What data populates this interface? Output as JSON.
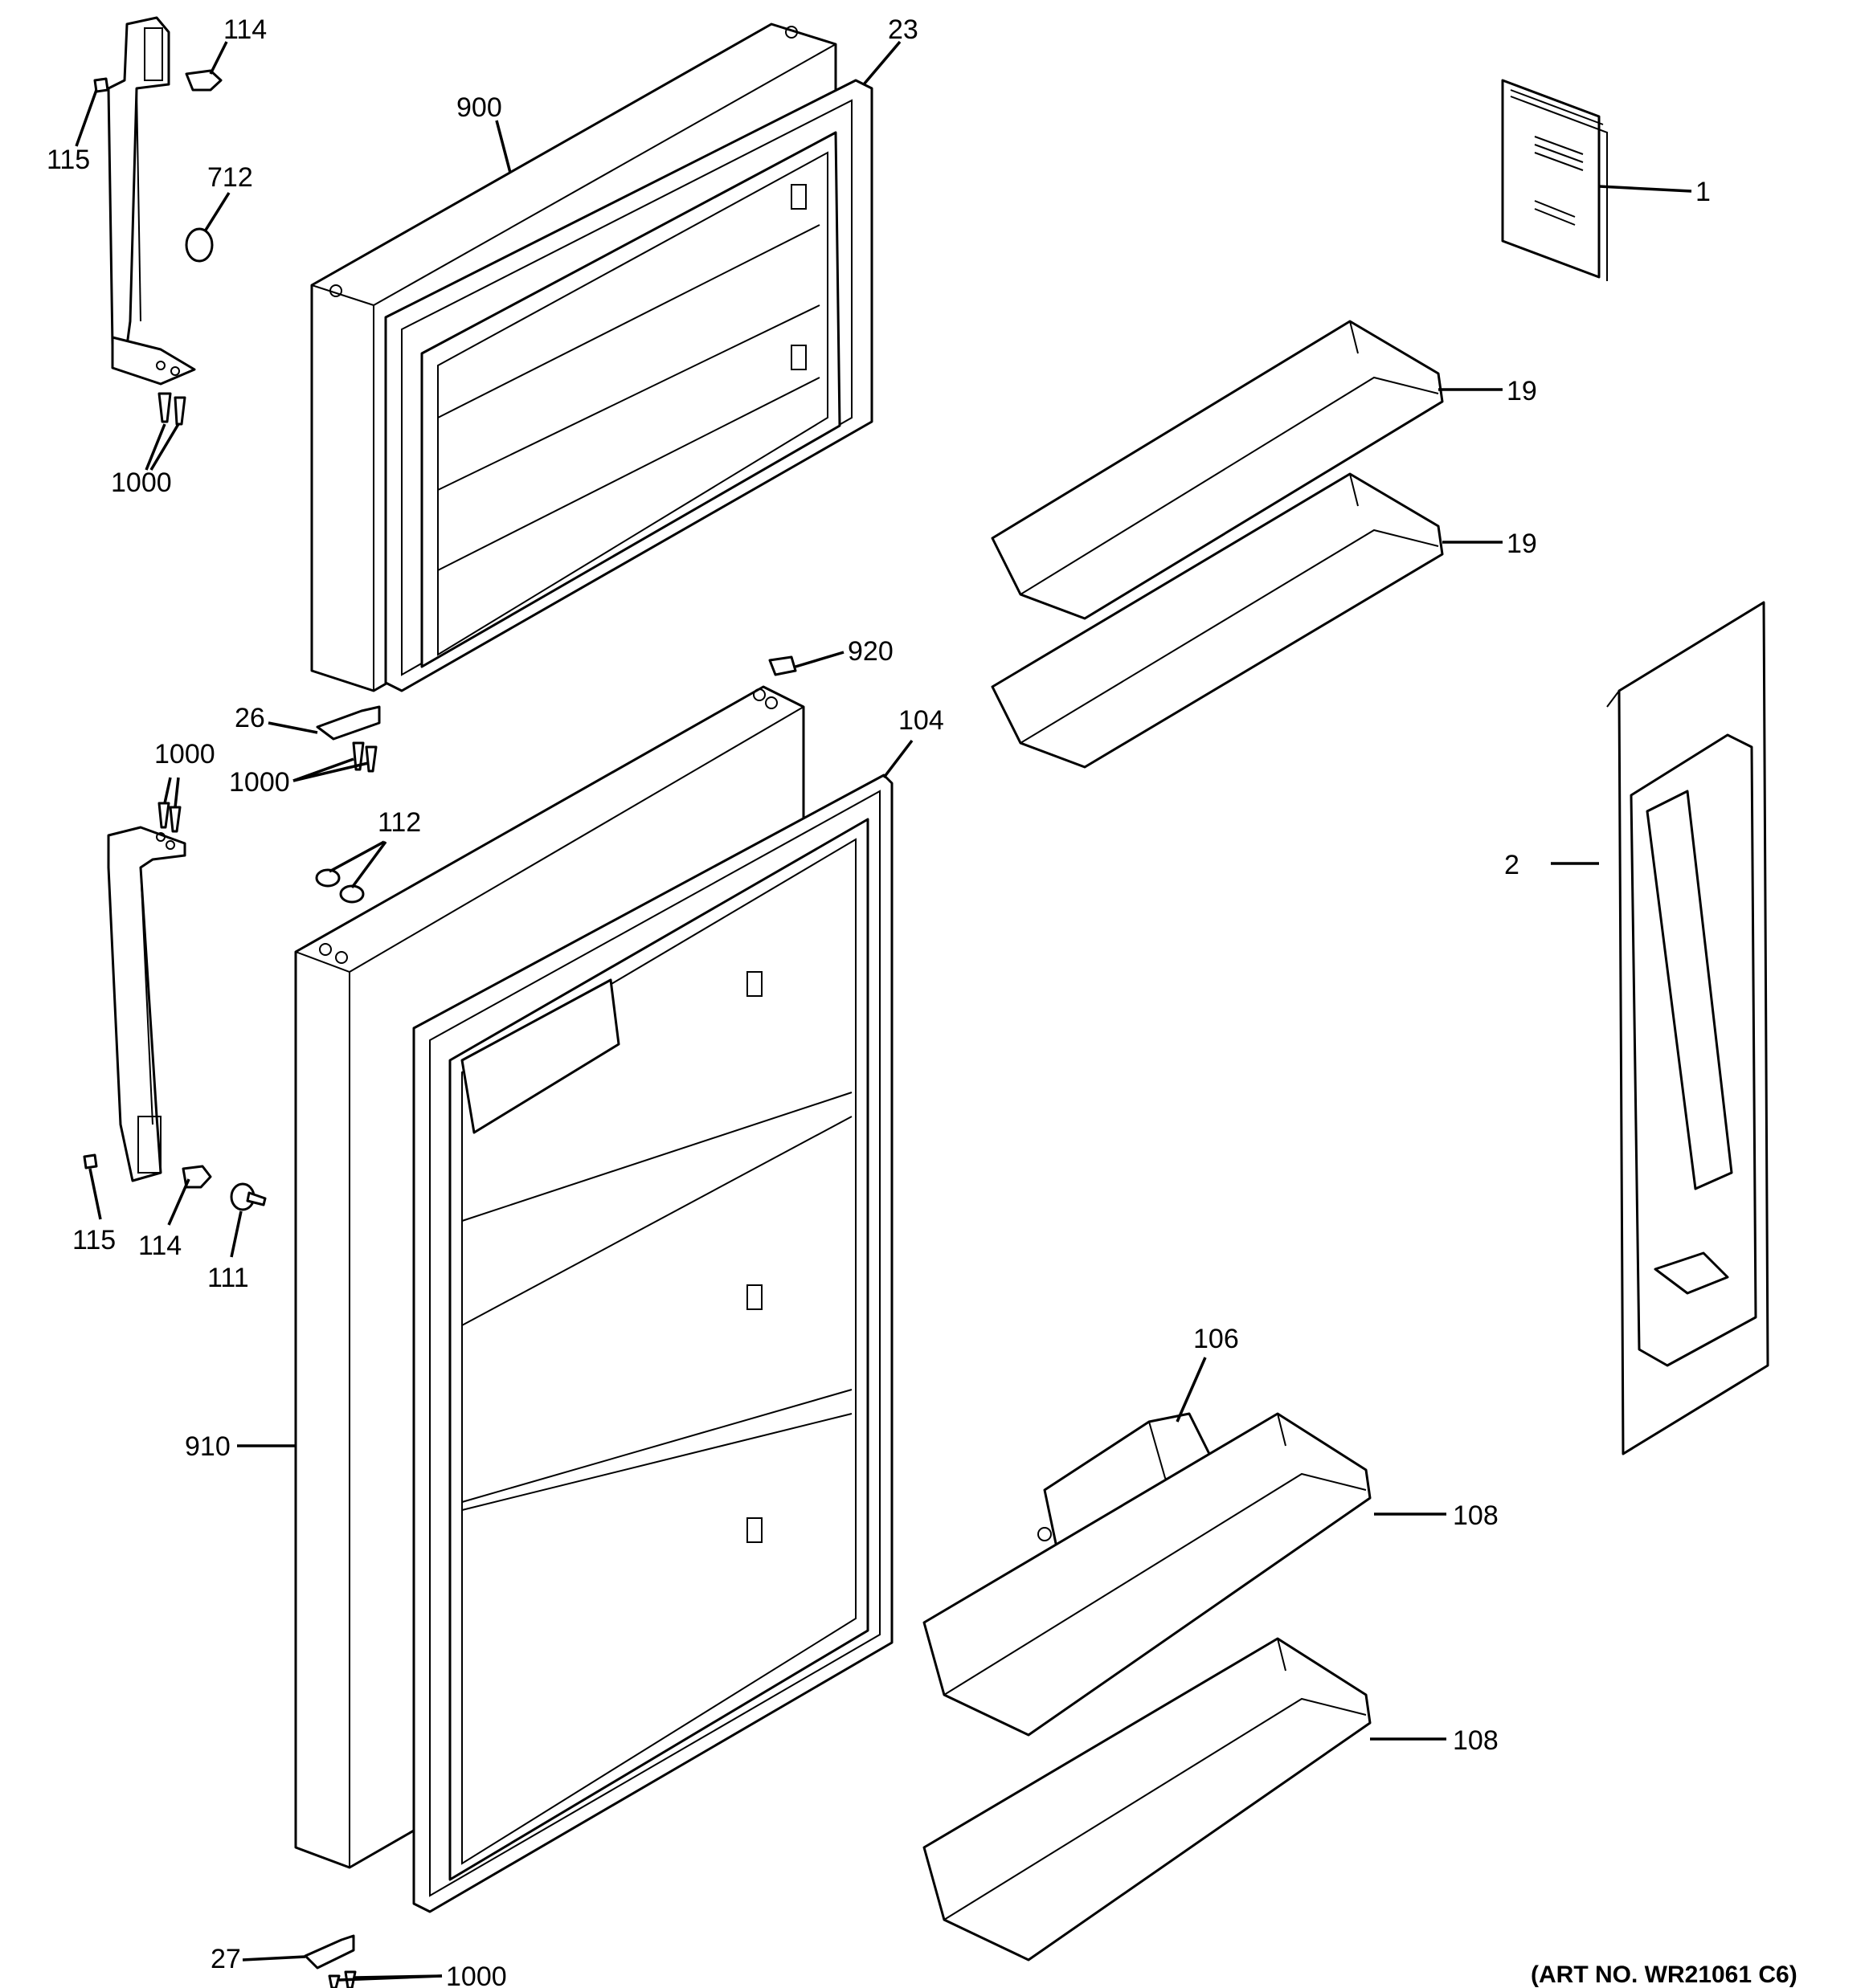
{
  "diagram": {
    "type": "exploded-parts-diagram",
    "art_number": "(ART NO. WR21061 C6)",
    "callouts": [
      {
        "id": "c114a",
        "label": "114"
      },
      {
        "id": "c115a",
        "label": "115"
      },
      {
        "id": "c712",
        "label": "712"
      },
      {
        "id": "c1000a",
        "label": "1000"
      },
      {
        "id": "c900",
        "label": "900"
      },
      {
        "id": "c23",
        "label": "23"
      },
      {
        "id": "c1",
        "label": "1"
      },
      {
        "id": "c19a",
        "label": "19"
      },
      {
        "id": "c19b",
        "label": "19"
      },
      {
        "id": "c920",
        "label": "920"
      },
      {
        "id": "c26",
        "label": "26"
      },
      {
        "id": "c1000b",
        "label": "1000"
      },
      {
        "id": "c1000c",
        "label": "1000"
      },
      {
        "id": "c104",
        "label": "104"
      },
      {
        "id": "c112",
        "label": "112"
      },
      {
        "id": "c2",
        "label": "2"
      },
      {
        "id": "c115b",
        "label": "115"
      },
      {
        "id": "c114b",
        "label": "114"
      },
      {
        "id": "c111",
        "label": "111"
      },
      {
        "id": "c106",
        "label": "106"
      },
      {
        "id": "c910",
        "label": "910"
      },
      {
        "id": "c108a",
        "label": "108"
      },
      {
        "id": "c108b",
        "label": "108"
      },
      {
        "id": "c27",
        "label": "27"
      },
      {
        "id": "c1000d",
        "label": "1000"
      }
    ]
  }
}
